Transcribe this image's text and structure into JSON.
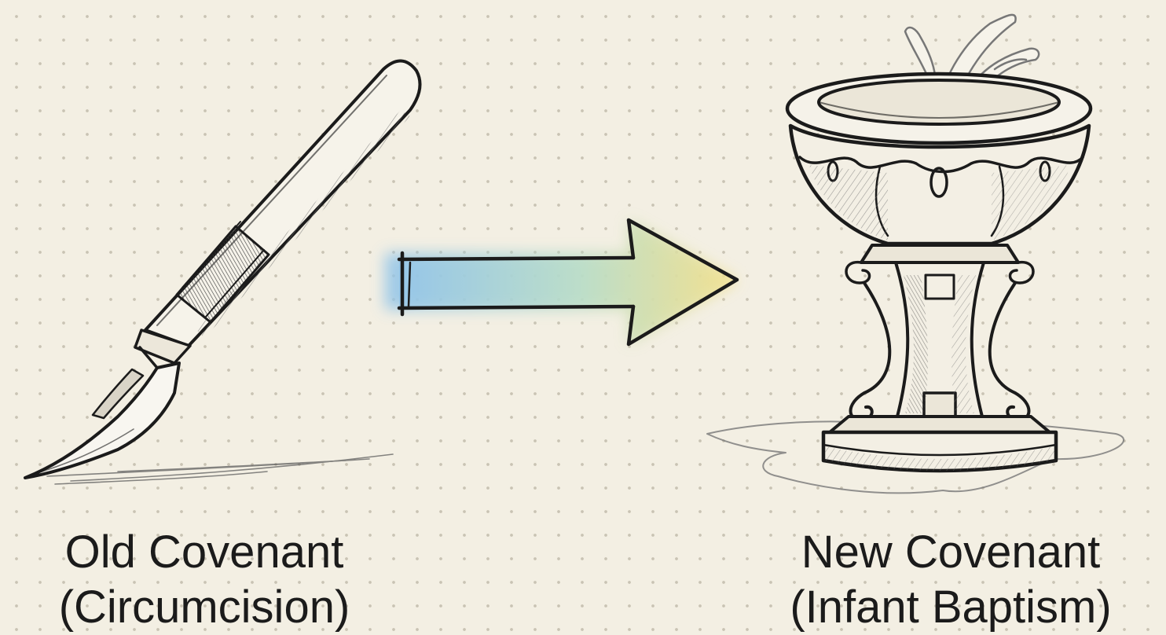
{
  "left": {
    "title": "Old Covenant",
    "subtitle": "(Circumcision)",
    "icon": "scalpel-icon"
  },
  "right": {
    "title": "New Covenant",
    "subtitle": "(Infant Baptism)",
    "icon": "baptismal-font-icon"
  },
  "arrow": {
    "icon": "arrow-right-icon",
    "gradient_start": "#8fc3ea",
    "gradient_end": "#f3e08a"
  },
  "colors": {
    "background": "#f3efe3",
    "ink": "#1b1b1b"
  }
}
